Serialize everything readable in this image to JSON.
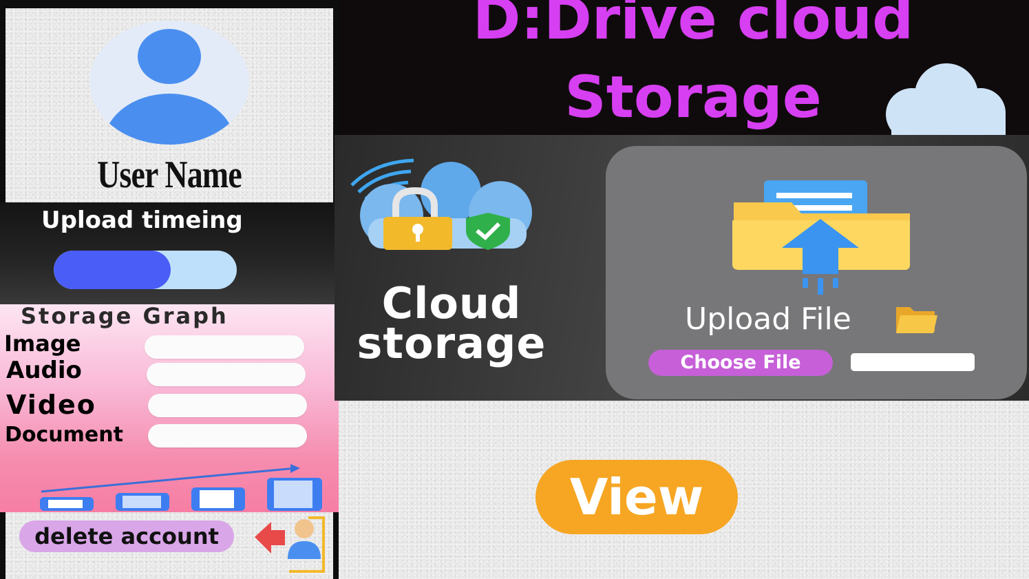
{
  "profile": {
    "user_name": "User Name"
  },
  "upload_timing": {
    "label": "Upload timeing",
    "progress": 0.64
  },
  "storage_graph": {
    "title": "Storage Graph",
    "categories": [
      {
        "label": "Image"
      },
      {
        "label": "Audio"
      },
      {
        "label": "Video"
      },
      {
        "label": "Document"
      }
    ]
  },
  "account": {
    "delete_label": "delete account"
  },
  "header": {
    "title_line1": "D:Drive cloud",
    "title_line2": "Storage"
  },
  "cloud": {
    "label_line1": "Cloud",
    "label_line2": "storage"
  },
  "upload": {
    "label": "Upload File",
    "folder_emoji": "📁",
    "choose_file_label": "Choose File",
    "file_name": ""
  },
  "actions": {
    "view_label": "View"
  },
  "icons": {
    "avatar": "user-avatar-icon",
    "header_cloud": "cloud-icon",
    "cloud_security": "cloud-lock-shield-icon",
    "upload": "folder-upload-icon",
    "delete": "user-remove-icon",
    "graph": "growth-bar-chart-icon"
  },
  "colors": {
    "title": "#d73ff2",
    "progress_fill": "#4a5df6",
    "progress_track": "#bfe0fb",
    "choose_file": "#c65fd8",
    "view_button": "#f6a623",
    "delete_button": "#d9a6e8"
  }
}
